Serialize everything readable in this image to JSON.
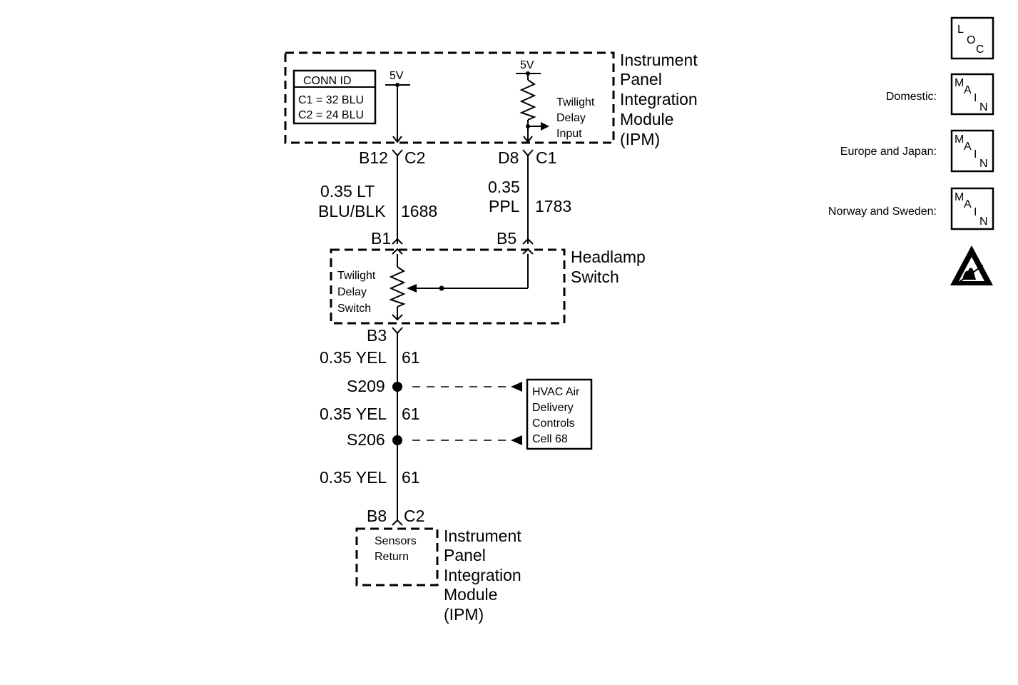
{
  "ipm_top": {
    "name": [
      "Instrument",
      "Panel",
      "Integration",
      "Module",
      "(IPM)"
    ],
    "conn_id": {
      "title": "CONN ID",
      "lines": [
        "C1 = 32 BLU",
        "C2 = 24 BLU"
      ]
    },
    "supply_left": "5V",
    "supply_right": "5V",
    "twilight_input": [
      "Twilight",
      "Delay",
      "Input"
    ]
  },
  "left_circuit": {
    "pin_top": "B12",
    "conn_top": "C2",
    "wire_gauge": [
      "0.35 LT",
      "BLU/BLK"
    ],
    "circuit_no": "1688",
    "pin_bottom": "B1"
  },
  "right_circuit": {
    "pin_top": "D8",
    "conn_top": "C1",
    "wire_gauge": [
      "0.35",
      "PPL"
    ],
    "circuit_no": "1783",
    "pin_bottom": "B5"
  },
  "headlamp_switch": {
    "name": [
      "Headlamp",
      "Switch"
    ],
    "twilight_switch": [
      "Twilight",
      "Delay",
      "Switch"
    ],
    "pin_out": "B3"
  },
  "lower_circuit": {
    "seg1": {
      "gauge": "0.35 YEL",
      "circuit": "61"
    },
    "splice1": "S209",
    "seg2": {
      "gauge": "0.35 YEL",
      "circuit": "61"
    },
    "splice2": "S206",
    "seg3": {
      "gauge": "0.35 YEL",
      "circuit": "61"
    },
    "pin_bottom": "B8",
    "conn_bottom": "C2"
  },
  "hvac_ref": [
    "HVAC Air",
    "Delivery",
    "Controls",
    "Cell 68"
  ],
  "ipm_bottom": {
    "name": [
      "Instrument",
      "Panel",
      "Integration",
      "Module",
      "(IPM)"
    ],
    "sensors_return": [
      "Sensors",
      "Return"
    ]
  },
  "legend": {
    "loc_letters": [
      "L",
      "O",
      "C"
    ],
    "main_letters": [
      "M",
      "A",
      "I",
      "N"
    ],
    "domestic": "Domestic:",
    "europe_japan": "Europe and Japan:",
    "norway_sweden": "Norway and Sweden:"
  }
}
